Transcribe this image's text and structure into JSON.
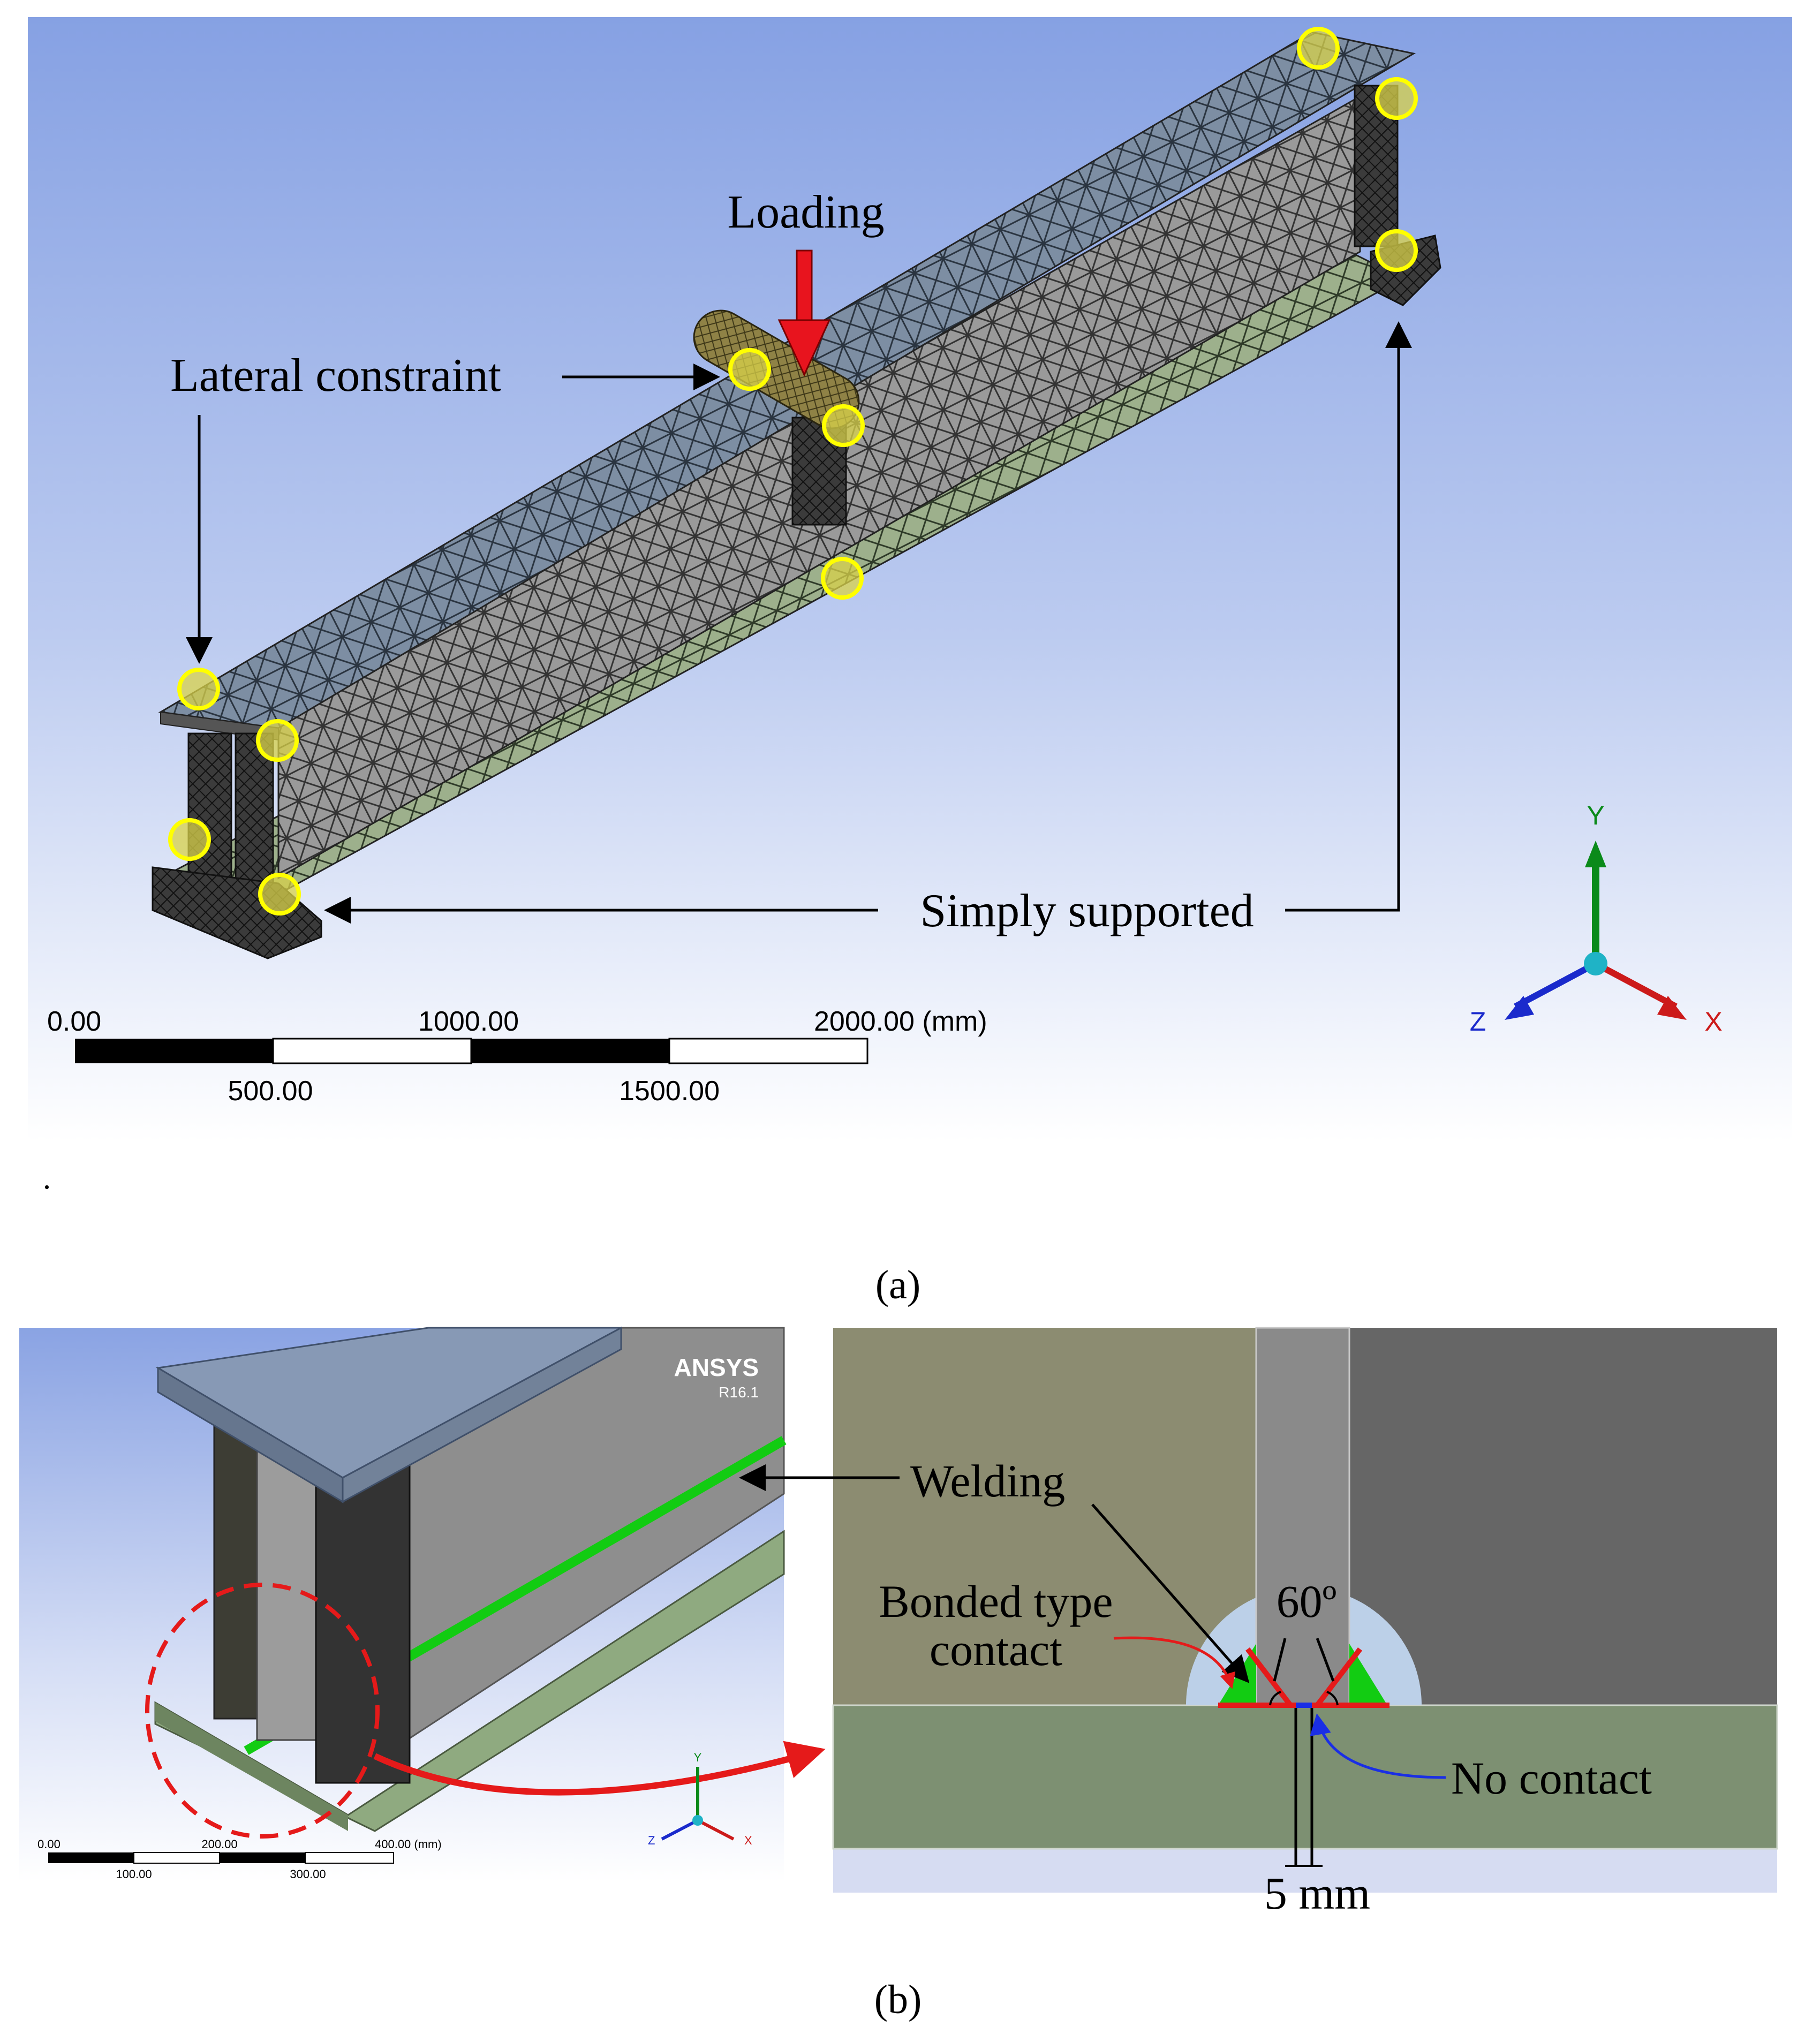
{
  "panel_a": {
    "labels": {
      "loading": "Loading",
      "lateral_constraint": "Lateral constraint",
      "simply_supported": "Simply supported"
    },
    "scale_bar": {
      "top_ticks": [
        "0.00",
        "1000.00",
        "2000.00 (mm)"
      ],
      "bottom_ticks": [
        "500.00",
        "1500.00"
      ]
    },
    "triad": {
      "x": "X",
      "y": "Y",
      "z": "Z"
    },
    "stray_dot": ".",
    "caption": "(a)"
  },
  "panel_b": {
    "left": {
      "brand": "ANSYS",
      "version": "R16.1",
      "scale_bar": {
        "top_ticks": [
          "0.00",
          "200.00",
          "400.00 (mm)"
        ],
        "bottom_ticks": [
          "100.00",
          "300.00"
        ]
      },
      "triad": {
        "x": "X",
        "y": "Y",
        "z": "Z"
      }
    },
    "right": {
      "welding": "Welding",
      "bonded_line1": "Bonded type",
      "bonded_line2": "contact",
      "angle": "60º",
      "no_contact": "No contact",
      "gap": "5 mm"
    },
    "caption": "(b)"
  },
  "colors": {
    "load_arrow": "#e8141e",
    "highlight_ring": "#ffff00",
    "weld_green": "#12cc12",
    "contact_red": "#e51a1a",
    "no_contact_blue": "#1a2ee5",
    "sky_top": "#8aa4e4",
    "sky_bottom": "#ffffff"
  }
}
